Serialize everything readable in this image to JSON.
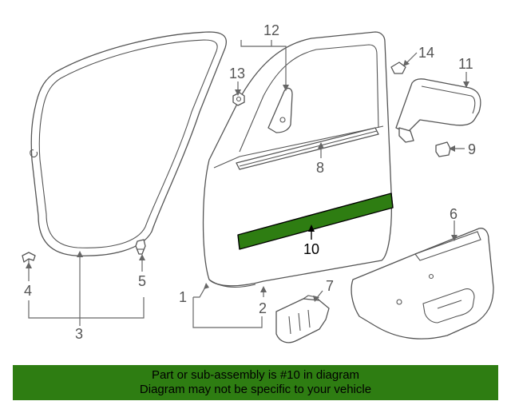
{
  "diagram": {
    "callouts": {
      "c1": "1",
      "c2": "2",
      "c3": "3",
      "c4": "4",
      "c5": "5",
      "c6": "6",
      "c7": "7",
      "c8": "8",
      "c9": "9",
      "c10": "10",
      "c11": "11",
      "c12": "12",
      "c13": "13",
      "c14": "14"
    },
    "highlight_part": "10",
    "highlight_color": "#2e7d12"
  },
  "banner": {
    "line1": "Part or sub-assembly is #10 in diagram",
    "line2": "Diagram may not be specific to your vehicle",
    "background": "#2e7d12"
  }
}
